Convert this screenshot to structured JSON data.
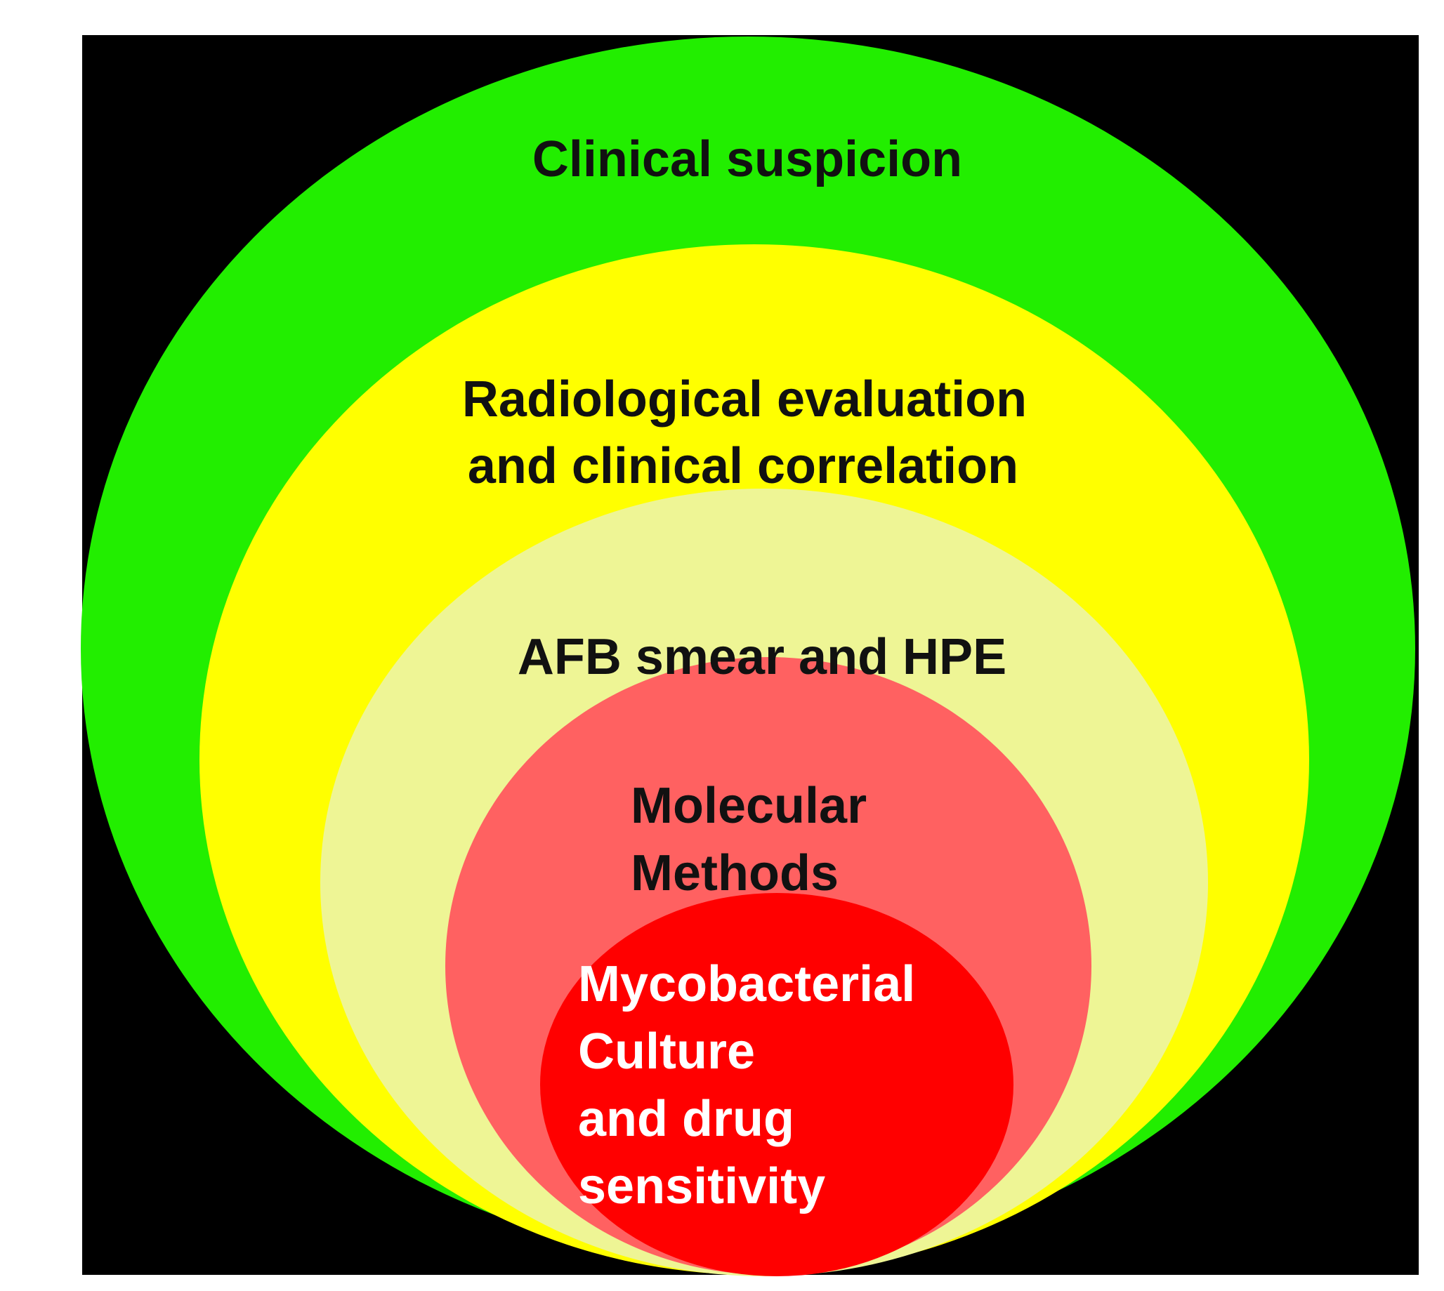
{
  "diagram": {
    "colors": {
      "background_frame": "#000000",
      "page": "#ffffff",
      "layer_1": "#22ee00",
      "layer_2": "#ffff00",
      "layer_3": "#eef595",
      "layer_4": "#ff6161",
      "layer_5": "#ff0000",
      "dark_text": "#111111",
      "light_text": "#ffffff"
    },
    "layers": [
      {
        "id": "clinical-suspicion",
        "lines": [
          "Clinical suspicion"
        ]
      },
      {
        "id": "radiological-evaluation",
        "lines": [
          "Radiological evaluation",
          "and clinical correlation"
        ]
      },
      {
        "id": "afb-smear",
        "lines": [
          "AFB smear and HPE"
        ]
      },
      {
        "id": "molecular-methods",
        "lines": [
          "Molecular",
          "Methods"
        ]
      },
      {
        "id": "mycobacterial-culture",
        "lines": [
          "Mycobacterial",
          "Culture",
          "and drug",
          "sensitivity"
        ]
      }
    ]
  }
}
